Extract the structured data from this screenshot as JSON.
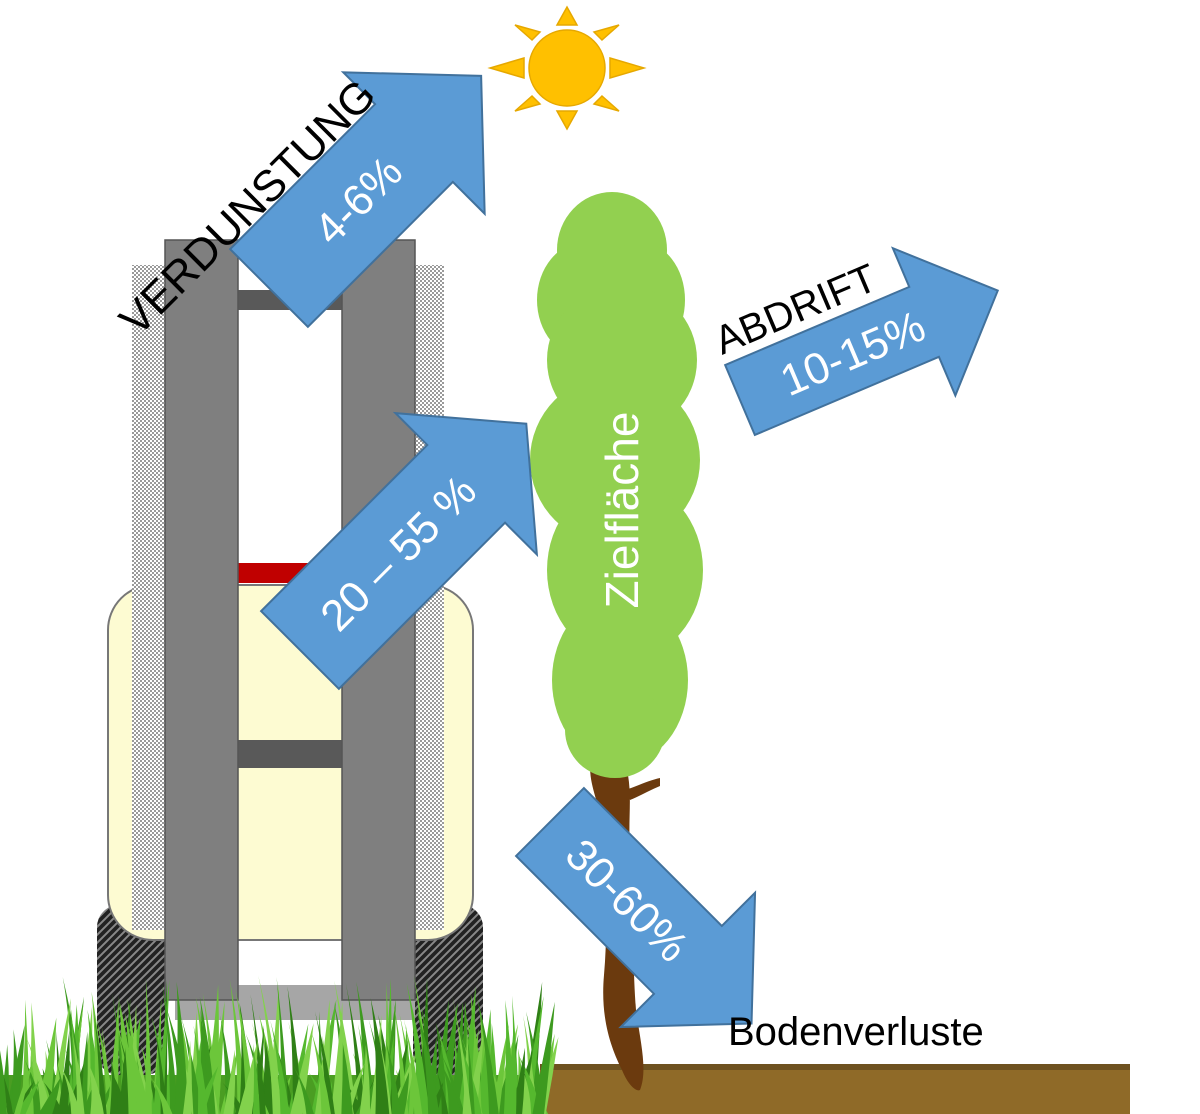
{
  "labels": {
    "evaporation": "VERDUNSTUNG",
    "drift": "ABDRIFT",
    "target": "Zielfläche",
    "soil": "Bodenverluste"
  },
  "arrows": {
    "evaporation": "4-6%",
    "drift": "10-15%",
    "target": "20 – 55 %",
    "soil": "30-60%"
  },
  "colors": {
    "arrow": "#5b9bd5",
    "arrow_border": "#41719c",
    "tree_crown": "#92d050",
    "trunk": "#6b3a0e",
    "soil": "#8f6a28",
    "tank": "#fdfbd2",
    "sun": "#ffc000",
    "grass": "#4caf2a",
    "frame": "#7f7f7f",
    "red_bar": "#c00000"
  },
  "icons": [
    "sun-icon",
    "tree-icon",
    "sprayer-icon",
    "grass-icon"
  ]
}
